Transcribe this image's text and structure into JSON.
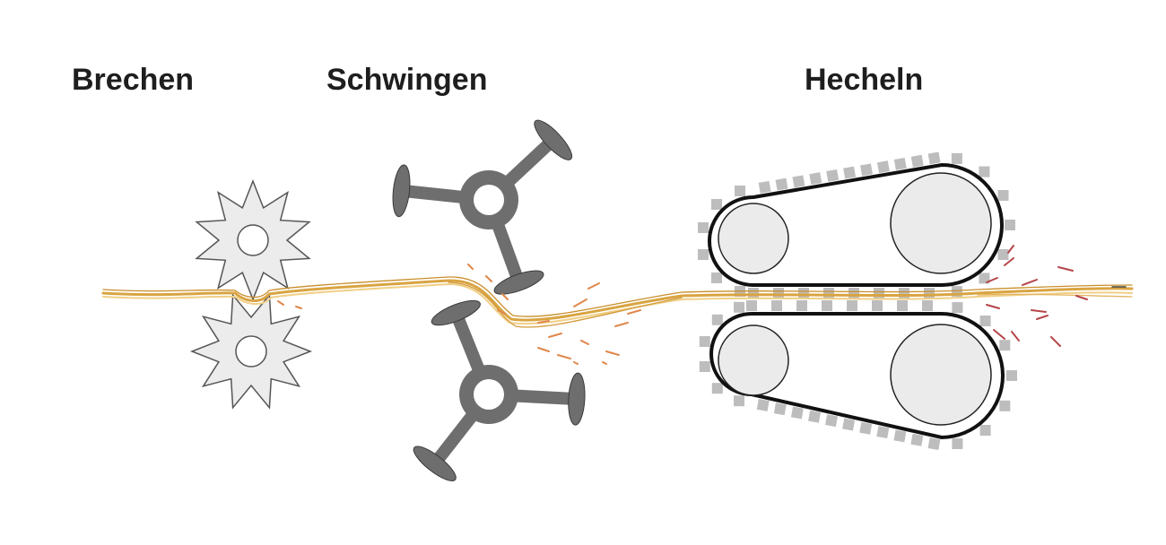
{
  "stages": {
    "breaking": {
      "label": "Brechen",
      "icon": "breaking-gears-icon"
    },
    "scutching": {
      "label": "Schwingen",
      "icon": "scutching-rotors-icon"
    },
    "hackling": {
      "label": "Hecheln",
      "icon": "hackling-belts-icon"
    }
  },
  "colors": {
    "fiber": "#d9a441",
    "fiber_light": "#f0cf86",
    "gear_fill": "#ececec",
    "gear_stroke": "#555555",
    "rotor": "#6e6e6e",
    "belt": "#111111",
    "pulley_fill": "#ebebeb",
    "belt_teeth": "#bdbdbd",
    "chaff_orange": "#e0874a",
    "chaff_red": "#b5454a"
  }
}
